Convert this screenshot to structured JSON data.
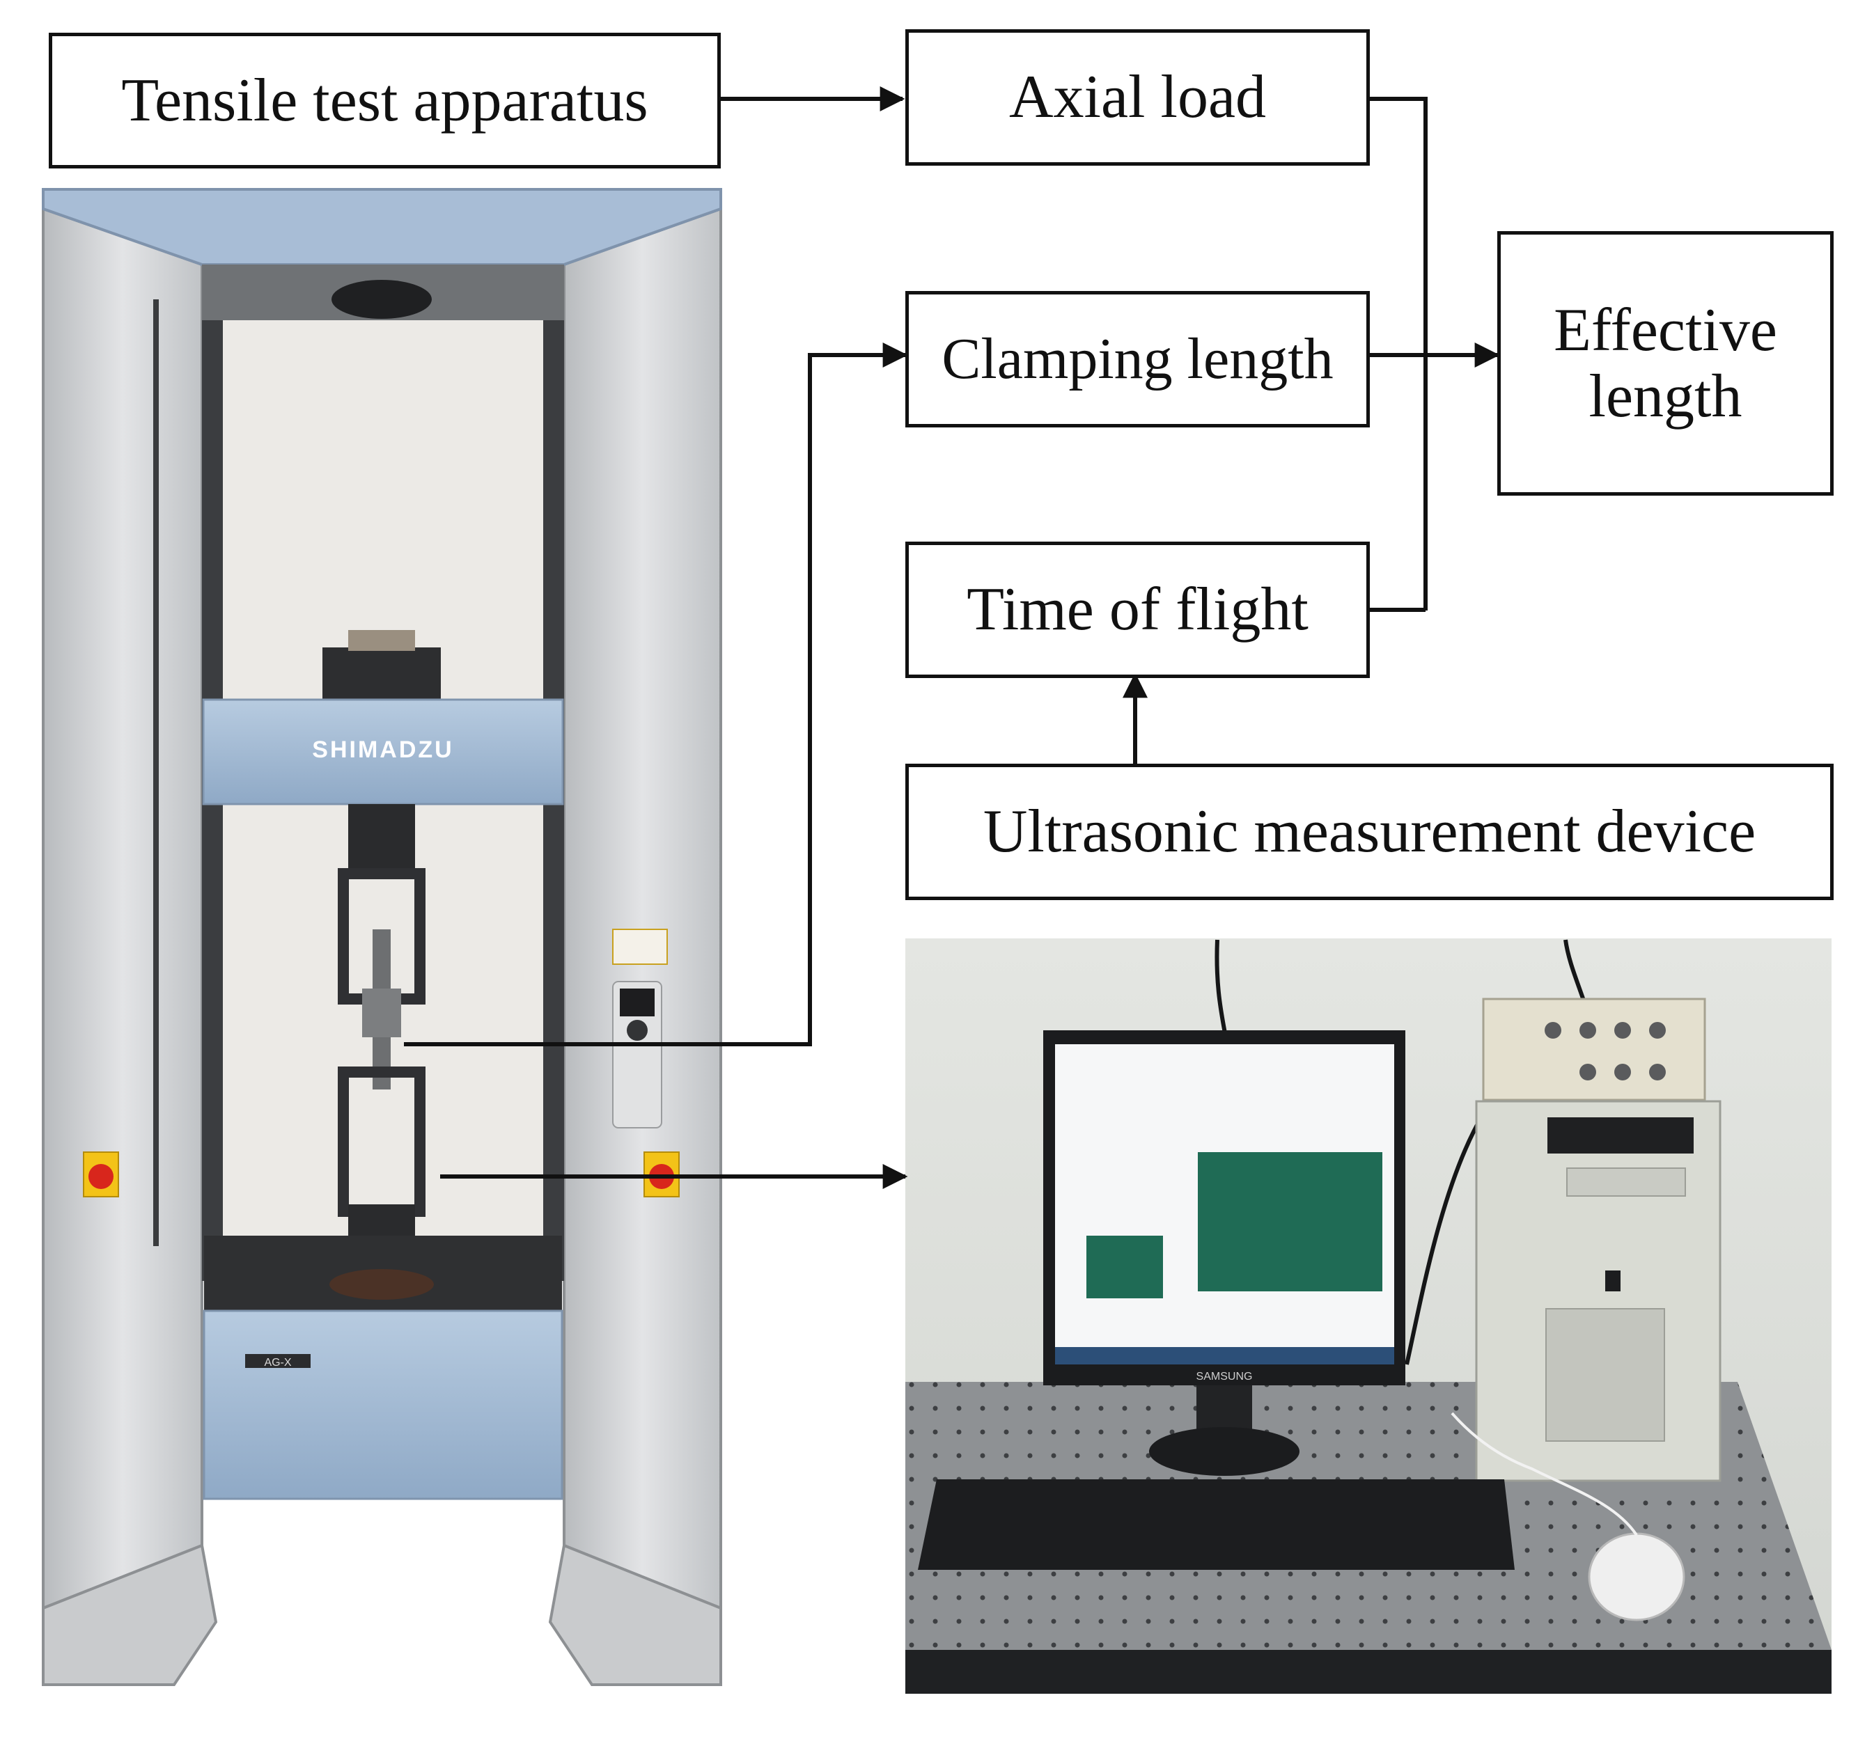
{
  "boxes": {
    "tensile": "Tensile test apparatus",
    "axial": "Axial load",
    "clamping": "Clamping length",
    "tof": "Time of flight",
    "effective": "Effective length",
    "ultrasonic": "Ultrasonic measurement device"
  },
  "machine": {
    "brand": "SHIMADZU",
    "model": "AG-X"
  },
  "monitor": {
    "brand": "SAMSUNG"
  },
  "colors": {
    "frame_blue": "#a9bfd8",
    "panel_silver": "#d2d4d6",
    "screen_green": "#1f6b55",
    "emergency_red": "#d8261c",
    "emergency_yellow": "#f3c318"
  }
}
